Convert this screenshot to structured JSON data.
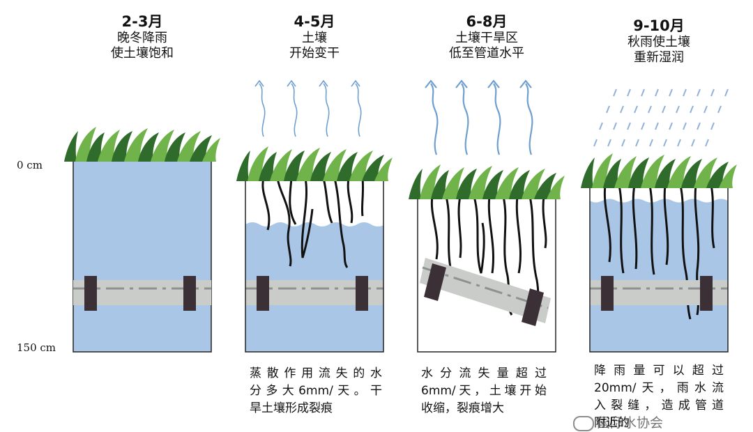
{
  "depth_labels": {
    "top": "0 cm",
    "bottom": "150 cm"
  },
  "stages": [
    {
      "month": "2-3月",
      "line1": "晚冬降雨",
      "line2": "使土壤饱和"
    },
    {
      "month": "4-5月",
      "line1": "土壤",
      "line2": "开始变干"
    },
    {
      "month": "6-8月",
      "line1": "土壤干旱区",
      "line2": "低至管道水平"
    },
    {
      "month": "9-10月",
      "line1": "秋雨使土壤",
      "line2": "重新湿润"
    }
  ],
  "notes": [
    {
      "lines": [
        "蒸散作用流失的水",
        "分多大6mm/天。干",
        "旱土壤形成裂痕"
      ]
    },
    {
      "lines": [
        "水分流失量超过",
        "6mm/天，土壤开始",
        "收缩，裂痕增大"
      ]
    },
    {
      "lines": [
        "降雨量可以超过",
        "20mm/天，雨水流",
        "入裂缝，造成管道",
        "附近的"
      ]
    }
  ],
  "watermark": "国际水协会",
  "colors": {
    "water": "#a9c6e6",
    "dry_soil": "#ffffff",
    "grass_dark": "#2f6b2a",
    "grass_light": "#6fb34a",
    "pipe": "#c9ccc9",
    "coupling": "#3a3036",
    "arrow": "#6f9fcf",
    "rain": "#8fb2d8"
  },
  "icons": [
    "evaporation-arrow-icon",
    "rain-icon",
    "grass-icon",
    "pipe-coupling-icon",
    "wechat-icon"
  ]
}
